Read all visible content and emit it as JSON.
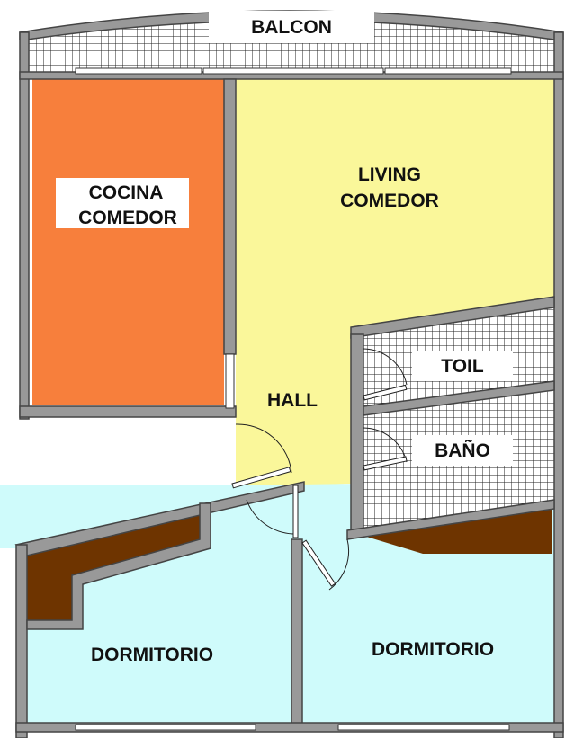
{
  "rooms": {
    "balcon": "BALCON",
    "cocina_line1": "COCINA",
    "cocina_line2": "COMEDOR",
    "living_line1": "LIVING",
    "living_line2": "COMEDOR",
    "hall": "HALL",
    "toil": "TOIL",
    "bano": "BAÑO",
    "dormitorio_left": "DORMITORIO",
    "dormitorio_right": "DORMITORIO"
  },
  "colors": {
    "cocina": "#F77F3C",
    "living": "#FAF79A",
    "dormitorio": "#CFFBFB",
    "closet": "#6E3400",
    "wall": "#999999",
    "tile_grid": "#222222"
  }
}
